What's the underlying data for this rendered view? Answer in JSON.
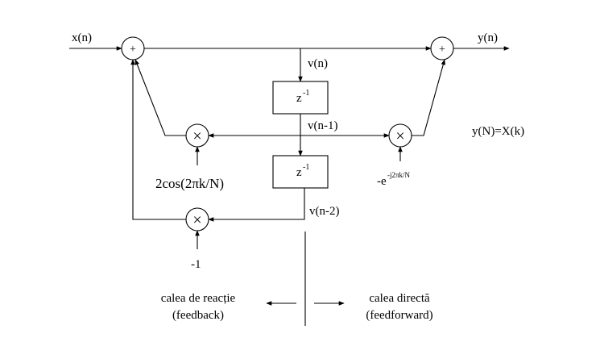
{
  "signals": {
    "input": "x(n)",
    "output": "y(n)",
    "v0": "v(n)",
    "v1": "v(n-1)",
    "v2": "v(n-2)"
  },
  "delays": {
    "base": "z",
    "exponent": "-1"
  },
  "nodes": {
    "adder_symbol": "+",
    "multiplier_symbol": "×"
  },
  "coefficients": {
    "feedback": "2cos(2πk/N)",
    "minus_one": "-1",
    "feedforward_base": "-e",
    "feedforward_exponent": "-j2πk/N"
  },
  "relation": "y(N)=X(k)",
  "paths": {
    "feedback_line1": "calea de reacție",
    "feedback_line2": "(feedback)",
    "direct_line1": "calea directă",
    "direct_line2": "(feedforward)"
  }
}
